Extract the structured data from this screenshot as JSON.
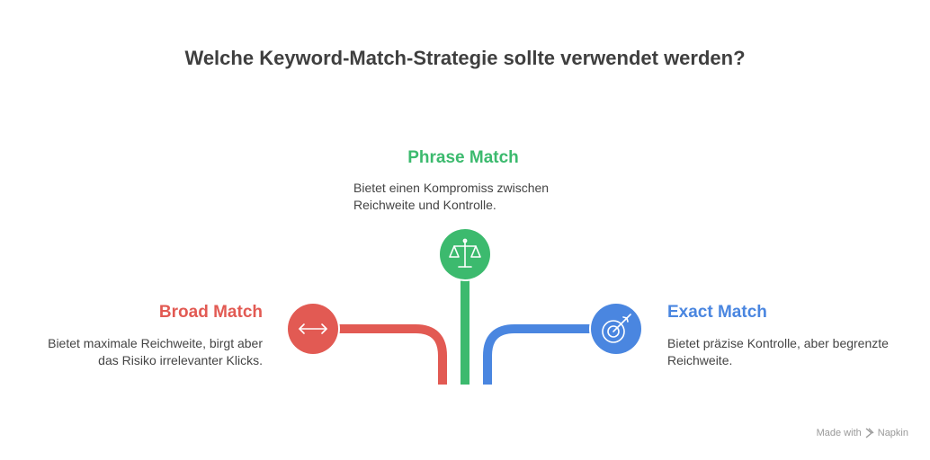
{
  "title": "Welche Keyword-Match-Strategie sollte verwendet werden?",
  "options": {
    "phrase": {
      "title": "Phrase Match",
      "description": "Bietet einen Kompromiss zwischen Reichweite und Kontrolle.",
      "color": "#3cba6e",
      "icon": "balance-scale-icon"
    },
    "broad": {
      "title": "Broad Match",
      "description": "Bietet maximale Reichweite, birgt aber das Risiko irrelevanter Klicks.",
      "color": "#e25a53",
      "icon": "double-arrow-icon"
    },
    "exact": {
      "title": "Exact Match",
      "description": "Bietet präzise Kontrolle, aber begrenzte Reichweite.",
      "color": "#4a86e0",
      "icon": "target-icon"
    }
  },
  "footer": {
    "made_with": "Made with",
    "brand": "Napkin"
  }
}
